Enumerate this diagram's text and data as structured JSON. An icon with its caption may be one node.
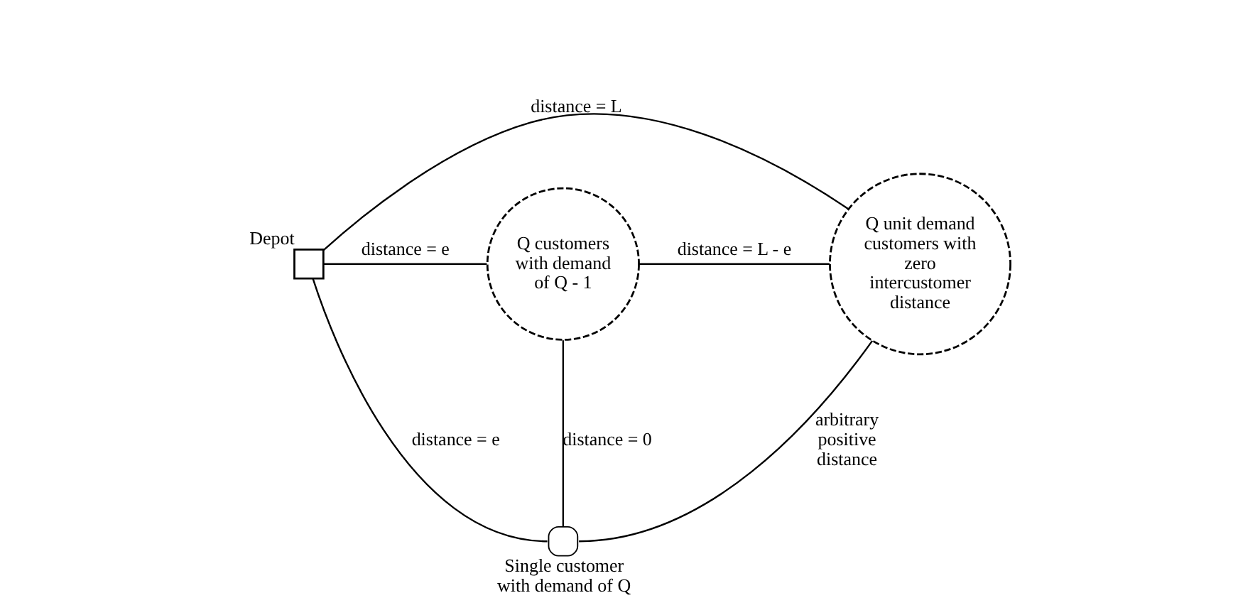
{
  "diagram": {
    "nodes": [
      {
        "text": [
          "Depot"
        ]
      },
      {
        "text": [
          "Q customers with demand of Q - 1"
        ]
      },
      {
        "text": [
          "Q unit demand customers with zero intercustomer distance"
        ]
      },
      {
        "text": [
          "Single customer with demand of Q"
        ]
      }
    ],
    "edges": [
      {
        "from": 0,
        "to": 2,
        "arrow": "none",
        "label": "distance = L"
      },
      {
        "from": 0,
        "to": 1,
        "arrow": "none",
        "label": "distance = e"
      },
      {
        "from": 1,
        "to": 2,
        "arrow": "none",
        "label": "distance = L - e"
      },
      {
        "from": 0,
        "to": 3,
        "arrow": "none",
        "label": "distance = e"
      },
      {
        "from": 1,
        "to": 3,
        "arrow": "none",
        "label": "distance = 0"
      },
      {
        "from": 3,
        "to": 2,
        "arrow": "none",
        "label": "arbitrary positive distance"
      }
    ]
  }
}
